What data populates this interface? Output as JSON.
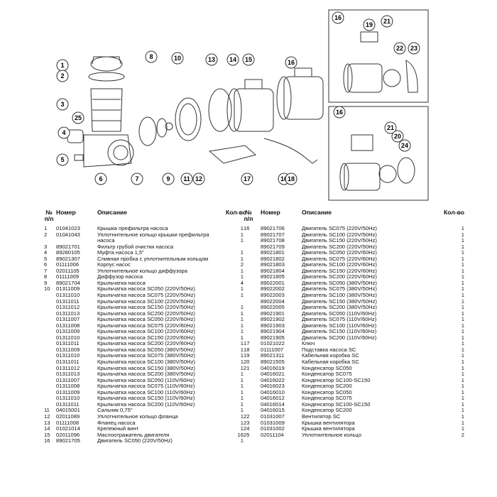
{
  "diagram": {
    "callouts": [
      "1",
      "2",
      "3",
      "4",
      "25",
      "5",
      "6",
      "7",
      "8",
      "9",
      "10",
      "11",
      "12",
      "13",
      "14",
      "15",
      "16",
      "16",
      "17",
      "18"
    ],
    "inset_top_callouts": [
      "16",
      "19",
      "21",
      "22",
      "23"
    ],
    "inset_bottom_callouts": [
      "16",
      "21",
      "20",
      "24"
    ]
  },
  "table": {
    "headers": {
      "no": "№\nп/п",
      "no_line1": "№",
      "no_line2": "п/п",
      "code": "Номер",
      "desc": "Описание",
      "qty": "Кол-во"
    },
    "left_rows": [
      {
        "no": "1",
        "code": "01041023",
        "desc": "Крышка префильтра насоса",
        "qty": "1"
      },
      {
        "no": "2",
        "code": "01041043",
        "desc": "Уплотнительное кольцо крышки префильтра",
        "qty": "1"
      },
      {
        "no": "",
        "code": "",
        "desc": "насоса",
        "qty": "1"
      },
      {
        "no": "3",
        "code": "89021701",
        "desc": "Фильтр грубой очистки насоса",
        "qty": ""
      },
      {
        "no": "4",
        "code": "89280105",
        "desc": "Муфта насоса 1,5\"",
        "qty": "1"
      },
      {
        "no": "5",
        "code": "89021307",
        "desc": "Сливная пробка с уплотнительным кольцом",
        "qty": "1"
      },
      {
        "no": "6",
        "code": "01111006",
        "desc": "Корпус насос",
        "qty": "2"
      },
      {
        "no": "7",
        "code": "02011105",
        "desc": "Уплотнительное кольцо диффузора",
        "qty": "1"
      },
      {
        "no": "8",
        "code": "01111009",
        "desc": "Диффузор насоса",
        "qty": "1"
      },
      {
        "no": "9",
        "code": "89021704",
        "desc": "Крыльчатка насоса",
        "qty": "4"
      },
      {
        "no": "10",
        "code": "01311009",
        "desc": "Крыльчатка насоса SC050 (220V/50Hz)",
        "qty": "1"
      },
      {
        "no": "",
        "code": "01311010",
        "desc": "Крыльчатка насоса SC075 (220V/50Hz)",
        "qty": "1"
      },
      {
        "no": "",
        "code": "01311011",
        "desc": "Крыльчатка насоса SC100 (220V/50Hz)",
        "qty": ""
      },
      {
        "no": "",
        "code": "01311012",
        "desc": "Крыльчатка насоса SC150 (220V/50Hz)",
        "qty": "1"
      },
      {
        "no": "",
        "code": "01311013",
        "desc": "Крыльчатка насоса SC200 (220V/50Hz)",
        "qty": "1"
      },
      {
        "no": "",
        "code": "01311007",
        "desc": "Крыльчатка насоса SC050 (220V/60Hz)",
        "qty": "1"
      },
      {
        "no": "",
        "code": "01311008",
        "desc": "Крыльчатка насоса SC075 (220V/60Hz)",
        "qty": "1"
      },
      {
        "no": "",
        "code": "01311009",
        "desc": "Крыльчатка насоса SC100 (220V/60Hz)",
        "qty": "1"
      },
      {
        "no": "",
        "code": "01311010",
        "desc": "Крыльчатка насоса SC150 (220V/60Hz)",
        "qty": "1"
      },
      {
        "no": "",
        "code": "01311011",
        "desc": "Крыльчатка насоса SC200 (220V/60Hz)",
        "qty": "1"
      },
      {
        "no": "",
        "code": "01311009",
        "desc": "Крыльчатка насоса SC050 (380V/50Hz)",
        "qty": "1"
      },
      {
        "no": "",
        "code": "01311010",
        "desc": "Крыльчатка насоса SC075 (380V/50Hz)",
        "qty": "1"
      },
      {
        "no": "",
        "code": "01311011",
        "desc": "Крыльчатка насоса SC100 (380V/50Hz)",
        "qty": "1"
      },
      {
        "no": "",
        "code": "01311012",
        "desc": "Крыльчатка насоса SC150 (380V/50Hz)",
        "qty": "1"
      },
      {
        "no": "",
        "code": "01311013",
        "desc": "Крыльчатка насоса SC200 (380V/50Hz)",
        "qty": "1"
      },
      {
        "no": "",
        "code": "01311007",
        "desc": "Крыльчатка насоса SC050 (110V/60Hz)",
        "qty": "1"
      },
      {
        "no": "",
        "code": "01311008",
        "desc": "Крыльчатка насоса SC075 (110V/60Hz)",
        "qty": "1"
      },
      {
        "no": "",
        "code": "01311009",
        "desc": "Крыльчатка насоса SC100 (110V/60Hz)",
        "qty": "1"
      },
      {
        "no": "",
        "code": "01311010",
        "desc": "Крыльчатка насоса SC150 (110V/60Hz)",
        "qty": "1"
      },
      {
        "no": "",
        "code": "01311011",
        "desc": "Крыльчатка насоса SC200 (110V/60Hz)",
        "qty": "1"
      },
      {
        "no": "11",
        "code": "04015001",
        "desc": "Сальник 0,75\"",
        "qty": "1"
      },
      {
        "no": "12",
        "code": "02011089",
        "desc": "Уплотнительное кольцо фланца",
        "qty": "1"
      },
      {
        "no": "13",
        "code": "01111008",
        "desc": "Фланец насоса",
        "qty": "1"
      },
      {
        "no": "14",
        "code": "01021014",
        "desc": "Крепежный винт",
        "qty": "1"
      },
      {
        "no": "15",
        "code": "02011096",
        "desc": "Маслоотражатель двигателя",
        "qty": "16"
      },
      {
        "no": "16",
        "code": "89021705",
        "desc": "Двигатель SC050 (220V/50Hz)",
        "qty": "1"
      }
    ],
    "right_rows": [
      {
        "no": "16",
        "code": "89021706",
        "desc": "Двигатель SC075 (220V/50Hz)",
        "qty": "1"
      },
      {
        "no": "",
        "code": "89021707",
        "desc": "Двигатель SC100 (220V/50Hz)",
        "qty": "1"
      },
      {
        "no": "",
        "code": "89021708",
        "desc": "Двигатель SC150 (220V/50Hz)",
        "qty": "1"
      },
      {
        "no": "",
        "code": "89021709",
        "desc": "Двигатель SC200 (220V/50Hz)",
        "qty": "1"
      },
      {
        "no": "",
        "code": "89021801",
        "desc": "Двигатель SC050 (220V/60Hz)",
        "qty": "1"
      },
      {
        "no": "",
        "code": "89021802",
        "desc": "Двигатель SC075 (220V/60Hz)",
        "qty": "1"
      },
      {
        "no": "",
        "code": "89021803",
        "desc": "Двигатель SC100 (220V/60Hz)",
        "qty": "1"
      },
      {
        "no": "",
        "code": "89021804",
        "desc": "Двигатель SC150 (220V/60Hz)",
        "qty": "1"
      },
      {
        "no": "",
        "code": "89021805",
        "desc": "Двигатель SC200 (220V/60Hz)",
        "qty": "1"
      },
      {
        "no": "",
        "code": "89022001",
        "desc": "Двигатель SC050 (380V/50Hz)",
        "qty": "1"
      },
      {
        "no": "",
        "code": "89022002",
        "desc": "Двигатель SC075 (380V/50Hz)",
        "qty": "1"
      },
      {
        "no": "",
        "code": "89022003",
        "desc": "Двигатель SC100 (380V/50Hz)",
        "qty": "1"
      },
      {
        "no": "",
        "code": "89022004",
        "desc": "Двигатель SC150 (380V/50Hz)",
        "qty": "1"
      },
      {
        "no": "",
        "code": "89022005",
        "desc": "Двигатель SC200 (380V/50Hz)",
        "qty": "1"
      },
      {
        "no": "",
        "code": "89021901",
        "desc": "Двигатель SC050 (110V/60Hz)",
        "qty": "1"
      },
      {
        "no": "",
        "code": "89021902",
        "desc": "Двигатель SC075 (110V/60Hz)",
        "qty": "1"
      },
      {
        "no": "",
        "code": "89021903",
        "desc": "Двигатель SC100 (110V/60Hz)",
        "qty": "1"
      },
      {
        "no": "",
        "code": "89021904",
        "desc": "Двигатель SC150 (110V/60Hz)",
        "qty": "1"
      },
      {
        "no": "",
        "code": "89021905",
        "desc": "Двигатель SC200 (110V/60Hz)",
        "qty": "1"
      },
      {
        "no": "17",
        "code": "01021022",
        "desc": "Ключ",
        "qty": "1"
      },
      {
        "no": "18",
        "code": "01111007",
        "desc": "Подставка насоса SC",
        "qty": "1"
      },
      {
        "no": "19",
        "code": "89021311",
        "desc": "Кабельная коробка SC",
        "qty": "1"
      },
      {
        "no": "20",
        "code": "89021505",
        "desc": "Кабельная коробка SC",
        "qty": "1"
      },
      {
        "no": "21",
        "code": "04016019",
        "desc": "Конденсатор SC050",
        "qty": "1"
      },
      {
        "no": "",
        "code": "04016021",
        "desc": "Конденсатор SC075",
        "qty": "1"
      },
      {
        "no": "",
        "code": "04016022",
        "desc": "Конденсатор SC100-SC150",
        "qty": "1"
      },
      {
        "no": "",
        "code": "04016023",
        "desc": "Конденсатор SC200",
        "qty": "1"
      },
      {
        "no": "",
        "code": "04016010",
        "desc": "Конденсатор SC050",
        "qty": "1"
      },
      {
        "no": "",
        "code": "04016012",
        "desc": "Конденсатор SC075",
        "qty": "1"
      },
      {
        "no": "",
        "code": "04016014",
        "desc": "Конденсатор SC100-SC150",
        "qty": "1"
      },
      {
        "no": "",
        "code": "04016015",
        "desc": "Конденсатор SC200",
        "qty": "1"
      },
      {
        "no": "22",
        "code": "01031007",
        "desc": "Вентилятор SC",
        "qty": "1"
      },
      {
        "no": "23",
        "code": "01031009",
        "desc": "Крышка вентилятора",
        "qty": "1"
      },
      {
        "no": "24",
        "code": "01031002",
        "desc": "Крышка вентилятора",
        "qty": "1"
      },
      {
        "no": "25",
        "code": "02011104",
        "desc": "Уплотнительное кольцо",
        "qty": "2"
      }
    ]
  }
}
